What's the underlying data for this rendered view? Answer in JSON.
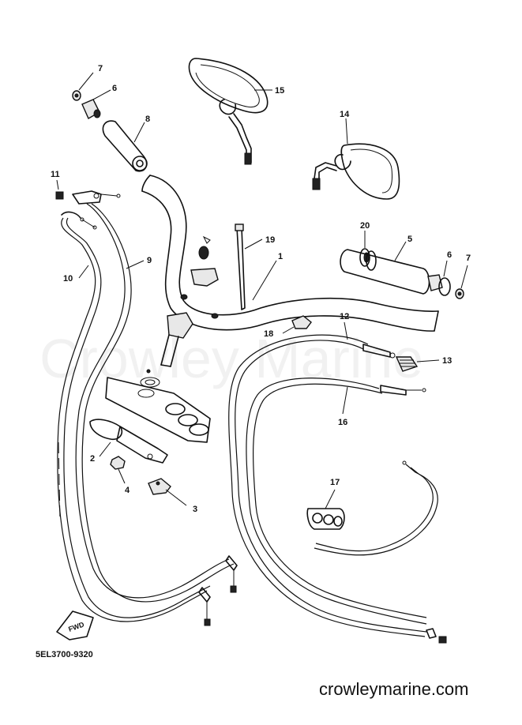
{
  "diagram": {
    "watermark": "Crowley Marine",
    "footer_code": "5EL3700-9320",
    "site": "crowleymarine.com",
    "fwd_label": "FWD",
    "callouts": {
      "c1": "1",
      "c2": "2",
      "c3": "3",
      "c4": "4",
      "c5": "5",
      "c6a": "6",
      "c6b": "6",
      "c7a": "7",
      "c7b": "7",
      "c8": "8",
      "c9": "9",
      "c10": "10",
      "c11": "11",
      "c12": "12",
      "c13": "13",
      "c14": "14",
      "c15": "15",
      "c16": "16",
      "c17": "17",
      "c18": "18",
      "c19": "19",
      "c20": "20"
    }
  }
}
